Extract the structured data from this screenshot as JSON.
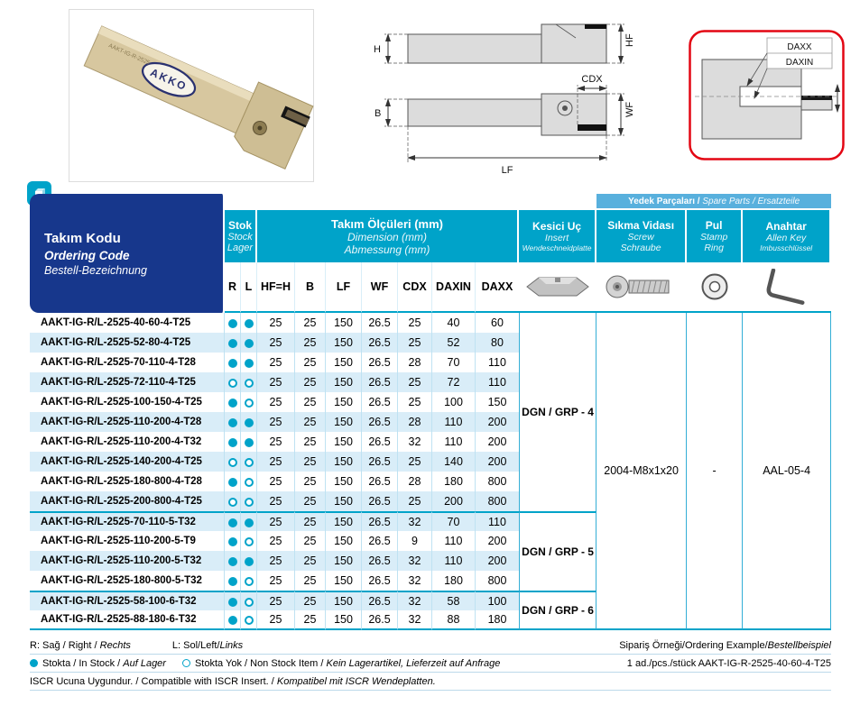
{
  "figures": {
    "tool_photo": {
      "logo": "AKKO",
      "engraving": "AAKT-IG-R-2525"
    },
    "dim_labels": {
      "h": "H",
      "hf": "HF",
      "b": "B",
      "wf": "WF",
      "cdx": "CDX",
      "lf": "LF"
    },
    "detail_labels": {
      "daxx": "DAXX",
      "daxin": "DAXIN"
    }
  },
  "table": {
    "ordering_code_header": {
      "tr": "Takım Kodu",
      "en": "Ordering Code",
      "de": "Bestell-Bezeichnung"
    },
    "stock_header": {
      "tr": "Stok",
      "en": "Stock",
      "de": "Lager"
    },
    "dimensions_header": {
      "tr": "Takım Ölçüleri (mm)",
      "en": "Dimension (mm)",
      "de": "Abmessung (mm)"
    },
    "insert_header": {
      "tr": "Kesici Uç",
      "en": "Insert",
      "de": "Wendeschneidplatte"
    },
    "spare_parts_header": {
      "tr": "Yedek Parçaları / ",
      "en": "Spare Parts / ",
      "de": "Ersatzteile"
    },
    "screw_header": {
      "tr": "Sıkma Vidası",
      "en": "Screw",
      "de": "Schraube"
    },
    "ring_header": {
      "tr": "Pul",
      "en": "Stamp",
      "de": "Ring"
    },
    "allen_key_header": {
      "tr": "Anahtar",
      "en": "Allen Key",
      "de": "Imbusschlüssel"
    },
    "columns": [
      "R",
      "L",
      "HF=H",
      "B",
      "LF",
      "WF",
      "CDX",
      "DAXIN",
      "DAXX"
    ],
    "screw_value": "2004-M8x1x20",
    "ring_value": "-",
    "allen_key_value": "AAL-05-4",
    "groups": [
      {
        "insert": "DGN / GRP - 4",
        "rows": [
          {
            "code": "AAKT-IG-R/L-2525-40-60-4-T25",
            "r": true,
            "l": true,
            "values": [
              "25",
              "25",
              "150",
              "26.5",
              "25",
              "40",
              "60"
            ]
          },
          {
            "code": "AAKT-IG-R/L-2525-52-80-4-T25",
            "r": true,
            "l": true,
            "values": [
              "25",
              "25",
              "150",
              "26.5",
              "25",
              "52",
              "80"
            ]
          },
          {
            "code": "AAKT-IG-R/L-2525-70-110-4-T28",
            "r": true,
            "l": true,
            "values": [
              "25",
              "25",
              "150",
              "26.5",
              "28",
              "70",
              "110"
            ]
          },
          {
            "code": "AAKT-IG-R/L-2525-72-110-4-T25",
            "r": false,
            "l": false,
            "values": [
              "25",
              "25",
              "150",
              "26.5",
              "25",
              "72",
              "110"
            ]
          },
          {
            "code": "AAKT-IG-R/L-2525-100-150-4-T25",
            "r": true,
            "l": false,
            "values": [
              "25",
              "25",
              "150",
              "26.5",
              "25",
              "100",
              "150"
            ]
          },
          {
            "code": "AAKT-IG-R/L-2525-110-200-4-T28",
            "r": true,
            "l": true,
            "values": [
              "25",
              "25",
              "150",
              "26.5",
              "28",
              "110",
              "200"
            ]
          },
          {
            "code": "AAKT-IG-R/L-2525-110-200-4-T32",
            "r": true,
            "l": true,
            "values": [
              "25",
              "25",
              "150",
              "26.5",
              "32",
              "110",
              "200"
            ]
          },
          {
            "code": "AAKT-IG-R/L-2525-140-200-4-T25",
            "r": false,
            "l": false,
            "values": [
              "25",
              "25",
              "150",
              "26.5",
              "25",
              "140",
              "200"
            ]
          },
          {
            "code": "AAKT-IG-R/L-2525-180-800-4-T28",
            "r": true,
            "l": false,
            "values": [
              "25",
              "25",
              "150",
              "26.5",
              "28",
              "180",
              "800"
            ]
          },
          {
            "code": "AAKT-IG-R/L-2525-200-800-4-T25",
            "r": false,
            "l": false,
            "values": [
              "25",
              "25",
              "150",
              "26.5",
              "25",
              "200",
              "800"
            ]
          }
        ]
      },
      {
        "insert": "DGN / GRP - 5",
        "rows": [
          {
            "code": "AAKT-IG-R/L-2525-70-110-5-T32",
            "r": true,
            "l": true,
            "values": [
              "25",
              "25",
              "150",
              "26.5",
              "32",
              "70",
              "110"
            ]
          },
          {
            "code": "AAKT-IG-R/L-2525-110-200-5-T9",
            "r": true,
            "l": false,
            "values": [
              "25",
              "25",
              "150",
              "26.5",
              "9",
              "110",
              "200"
            ]
          },
          {
            "code": "AAKT-IG-R/L-2525-110-200-5-T32",
            "r": true,
            "l": true,
            "values": [
              "25",
              "25",
              "150",
              "26.5",
              "32",
              "110",
              "200"
            ]
          },
          {
            "code": "AAKT-IG-R/L-2525-180-800-5-T32",
            "r": true,
            "l": false,
            "values": [
              "25",
              "25",
              "150",
              "26.5",
              "32",
              "180",
              "800"
            ]
          }
        ]
      },
      {
        "insert": "DGN / GRP - 6",
        "rows": [
          {
            "code": "AAKT-IG-R/L-2525-58-100-6-T32",
            "r": true,
            "l": false,
            "values": [
              "25",
              "25",
              "150",
              "26.5",
              "32",
              "58",
              "100"
            ]
          },
          {
            "code": "AAKT-IG-R/L-2525-88-180-6-T32",
            "r": true,
            "l": false,
            "values": [
              "25",
              "25",
              "150",
              "26.5",
              "32",
              "88",
              "180"
            ]
          }
        ]
      }
    ]
  },
  "footer": {
    "rl_a": "R: Sağ / Right / ",
    "rl_a_i": "Rechts",
    "rl_b": "L: Sol/Left/",
    "rl_b_i": "Links",
    "stock_in": "Stokta / In Stock / ",
    "stock_in_i": "Auf Lager",
    "stock_out": "Stokta Yok / Non Stock Item / ",
    "stock_out_i": "Kein Lagerartikel, Lieferzeit auf Anfrage",
    "compat": "ISCR Ucuna Uygundur. / Compatible with ISCR Insert. / ",
    "compat_i": "Kompatibel mit ISCR Wendeplatten.",
    "example_label": "Sipariş Örneği/Ordering Example/",
    "example_label_i": "Bestellbeispiel",
    "example_value": "1 ad./pcs./stück AAKT-IG-R-2525-40-60-4-T25"
  }
}
